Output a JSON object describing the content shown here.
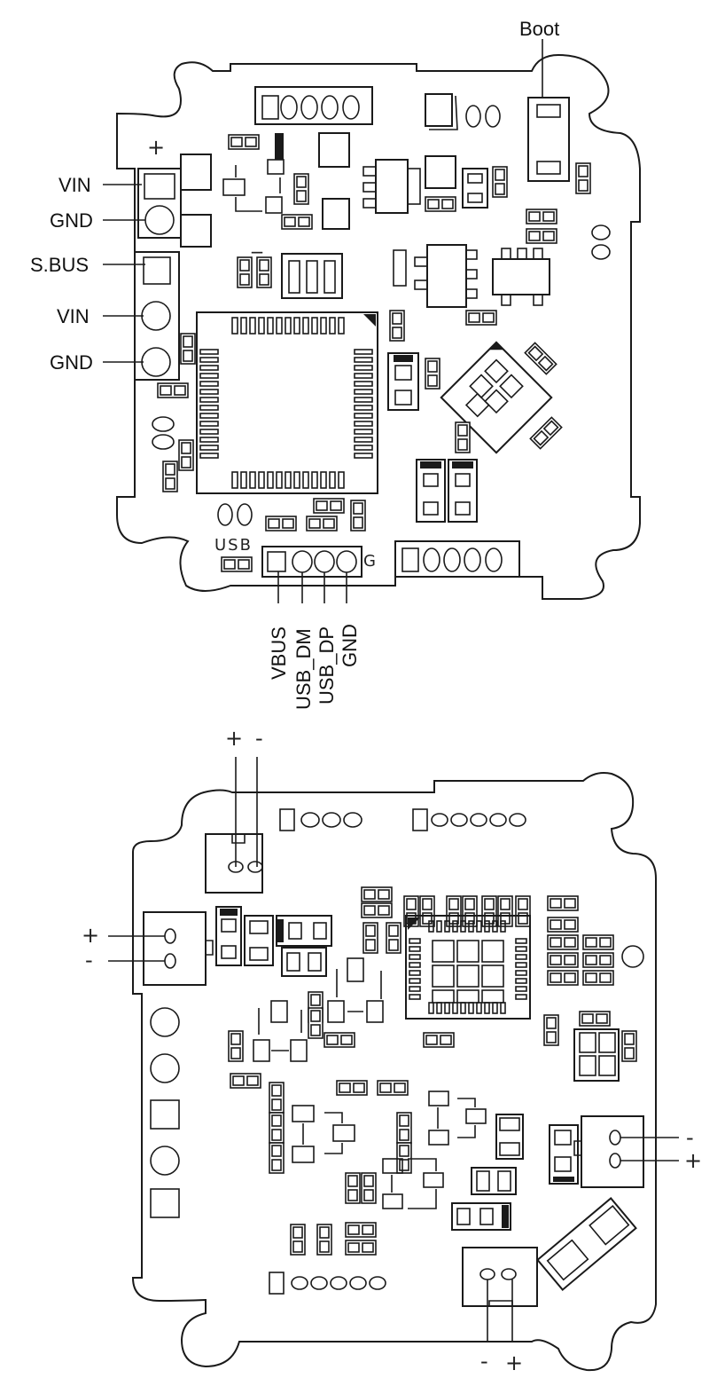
{
  "top_board": {
    "boot_label": "Boot",
    "left_labels": [
      "VIN",
      "GND",
      "S.BUS",
      "VIN",
      "GND"
    ],
    "plus_mark": "+",
    "minus_mark": "_",
    "usb_silk": "USB",
    "g_silk": "G",
    "usb_pins": [
      "VBUS",
      "USB_DM",
      "USB_DP",
      "GND"
    ]
  },
  "bottom_board": {
    "top_connector": {
      "plus": "+",
      "minus": "-"
    },
    "left_connector": {
      "plus": "+",
      "minus": "-"
    },
    "right_connector": {
      "minus": "-",
      "plus": "+"
    },
    "bottom_connector": {
      "minus": "-",
      "plus": "+"
    }
  }
}
